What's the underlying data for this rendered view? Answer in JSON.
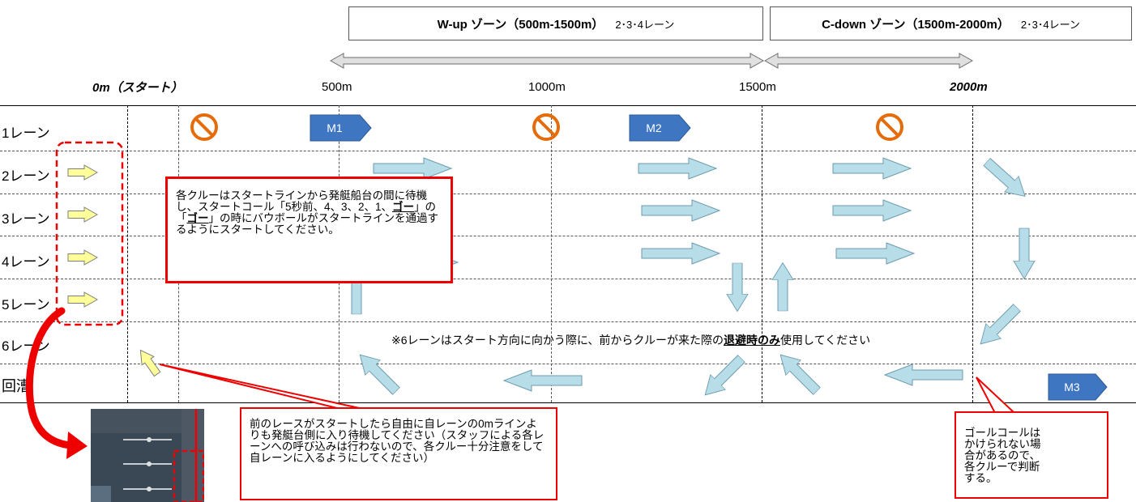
{
  "zones": {
    "wup": {
      "name": "W-up ゾーン",
      "range": "（500m-1500m）",
      "lanes": "2･3･4レーン"
    },
    "cdown": {
      "name": "C-down ゾーン",
      "range": "（1500m-2000m）",
      "lanes": "2･3･4レーン"
    }
  },
  "distances": {
    "d0": "0m（スタート）",
    "d500": "500m",
    "d1000": "1000m",
    "d1500": "1500m",
    "d2000": "2000m"
  },
  "lanes": [
    "1レーン",
    "2レーン",
    "3レーン",
    "4レーン",
    "5レーン",
    "6レーン",
    "回漕"
  ],
  "markers": {
    "m1": "M1",
    "m2": "M2",
    "m3": "M3"
  },
  "callouts": {
    "start": {
      "pre": "各クルーはスタートラインから発艇船台の間に待機し、スタートコール「5秒前、4、3、2、1、",
      "go1": "ゴー",
      "mid": "」の「",
      "go2": "ゴー",
      "post": "」の時にバウボールがスタートラインを通過するようにスタートしてください。"
    },
    "prev_race": "前のレースがスタートしたら自由に自レーンの0mラインよりも発艇台側に入り待機してください（スタッフによる各レーンへの呼び込みは行わないので、各クルー十分注意をして自レーンに入るようにしてください）",
    "goal": "ゴールコールはかけられない場合があるので、各クルーで判断する。"
  },
  "lane6_note": {
    "pre": "※6レーンはスタート方向に向かう際に、前からクルーが来た際の",
    "em": "退避時のみ",
    "post": "使用してください"
  },
  "colors": {
    "arrow_blue": "#b7dde8",
    "arrow_yellow": "#ffff99",
    "marker_blue": "#3f76c1",
    "no_sign": "#e46c0a",
    "callout_red": "#ee0000"
  }
}
